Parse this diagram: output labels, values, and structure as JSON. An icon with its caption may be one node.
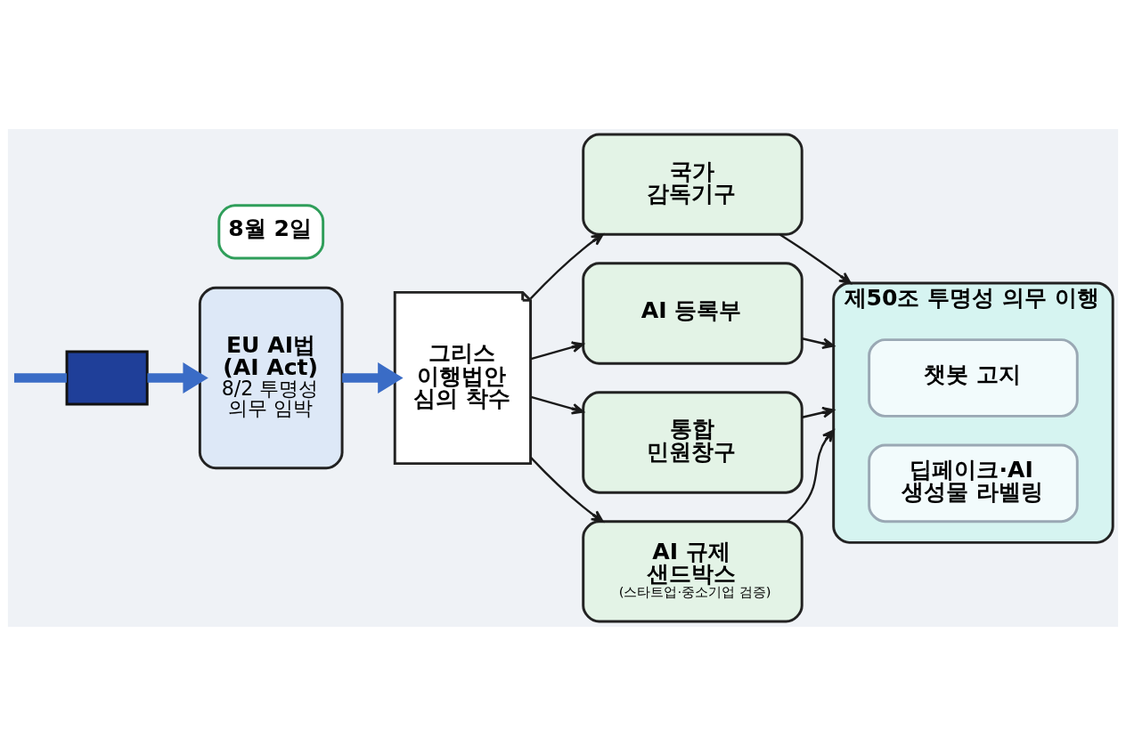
{
  "diagram": {
    "nodes": [
      {
        "text": [],
        "shape": "box"
      },
      {
        "text": [
          "EU AI법 (AI Act)",
          "8/2 투명성 의무 임박"
        ]
      },
      {
        "text": [
          "8월 2일"
        ]
      },
      {
        "text": [
          "그리스 이행법안 심의 착수"
        ]
      },
      {
        "text": [
          "국가 감독기구"
        ]
      },
      {
        "text": [
          "AI 등록부"
        ]
      },
      {
        "text": [
          "통합 민원창구"
        ]
      },
      {
        "text": [
          "AI 규제 샌드박스",
          "(스타트업·중소기업 검증)"
        ]
      },
      {
        "text": [
          "제50조 투명성 의무 이행"
        ]
      },
      {
        "text": [
          "챗봇 고지"
        ],
        "in": 8
      },
      {
        "text": [
          "딥페이크·AI 생성물 라벨링"
        ],
        "in": 8
      }
    ],
    "edges": [
      {
        "from": null,
        "to": 0,
        "arrow": "none",
        "style": "thick",
        "color": "#3a6cc6"
      },
      {
        "from": 0,
        "to": 1,
        "arrow": "to",
        "style": "thick",
        "color": "#3a6cc6"
      },
      {
        "from": 1,
        "to": 3,
        "arrow": "to",
        "style": "thick",
        "color": "#3a6cc6"
      },
      {
        "from": 3,
        "to": 4,
        "arrow": "to"
      },
      {
        "from": 3,
        "to": 5,
        "arrow": "to"
      },
      {
        "from": 3,
        "to": 6,
        "arrow": "to"
      },
      {
        "from": 3,
        "to": 7,
        "arrow": "to"
      },
      {
        "from": 4,
        "to": 8,
        "arrow": "to"
      },
      {
        "from": 5,
        "to": 8,
        "arrow": "to"
      },
      {
        "from": 6,
        "to": 8,
        "arrow": "to"
      },
      {
        "from": 7,
        "to": 8,
        "arrow": "to"
      }
    ]
  }
}
